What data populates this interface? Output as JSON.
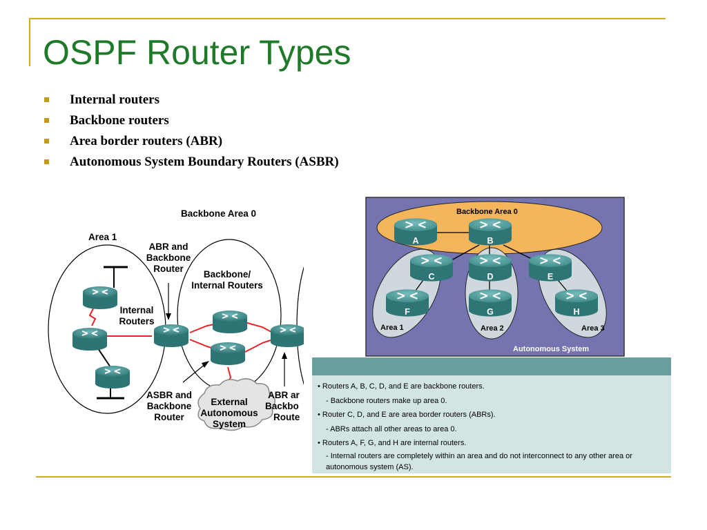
{
  "slide": {
    "title": "OSPF Router Types",
    "bullets": [
      "Internal routers",
      "Backbone routers",
      "Area border routers (ABR)",
      "Autonomous System Boundary Routers (ASBR)"
    ]
  },
  "left_diagram": {
    "backbone_area_label": "Backbone Area 0",
    "area1_label": "Area 1",
    "abr_label": [
      "ABR and",
      "Backbone",
      "Router"
    ],
    "backbone_internal_label": [
      "Backbone/",
      "Internal Routers"
    ],
    "internal_label": [
      "Internal",
      "Routers"
    ],
    "asbr_label": [
      "ASBR and",
      "Backbone",
      "Router"
    ],
    "external_label": [
      "External",
      "Autonomous",
      "System"
    ],
    "abr_right_label": [
      "ABR ar",
      "Backbo",
      "Route"
    ]
  },
  "right_diagram": {
    "backbone_area_label": "Backbone Area 0",
    "routers": [
      "A",
      "B",
      "C",
      "D",
      "E",
      "F",
      "G",
      "H"
    ],
    "areas": [
      "Area 1",
      "Area 2",
      "Area 3"
    ],
    "as_label": "Autonomous System",
    "colors": {
      "background": "#7474b0",
      "backbone": "#f5b55a",
      "area": "#cfd8dc",
      "router": "#3d8a8a"
    }
  },
  "info_panel": {
    "lines": [
      "• Routers A, B, C, D, and E are backbone routers.",
      "- Backbone routers make up area 0.",
      "• Router C, D, and E are area border routers (ABRs).",
      "- ABRs attach all other areas to area 0.",
      "• Routers A, F, G, and H are internal routers.",
      "- Internal routers are completely within an area and do not interconnect to any other area or autonomous system (AS)."
    ]
  }
}
